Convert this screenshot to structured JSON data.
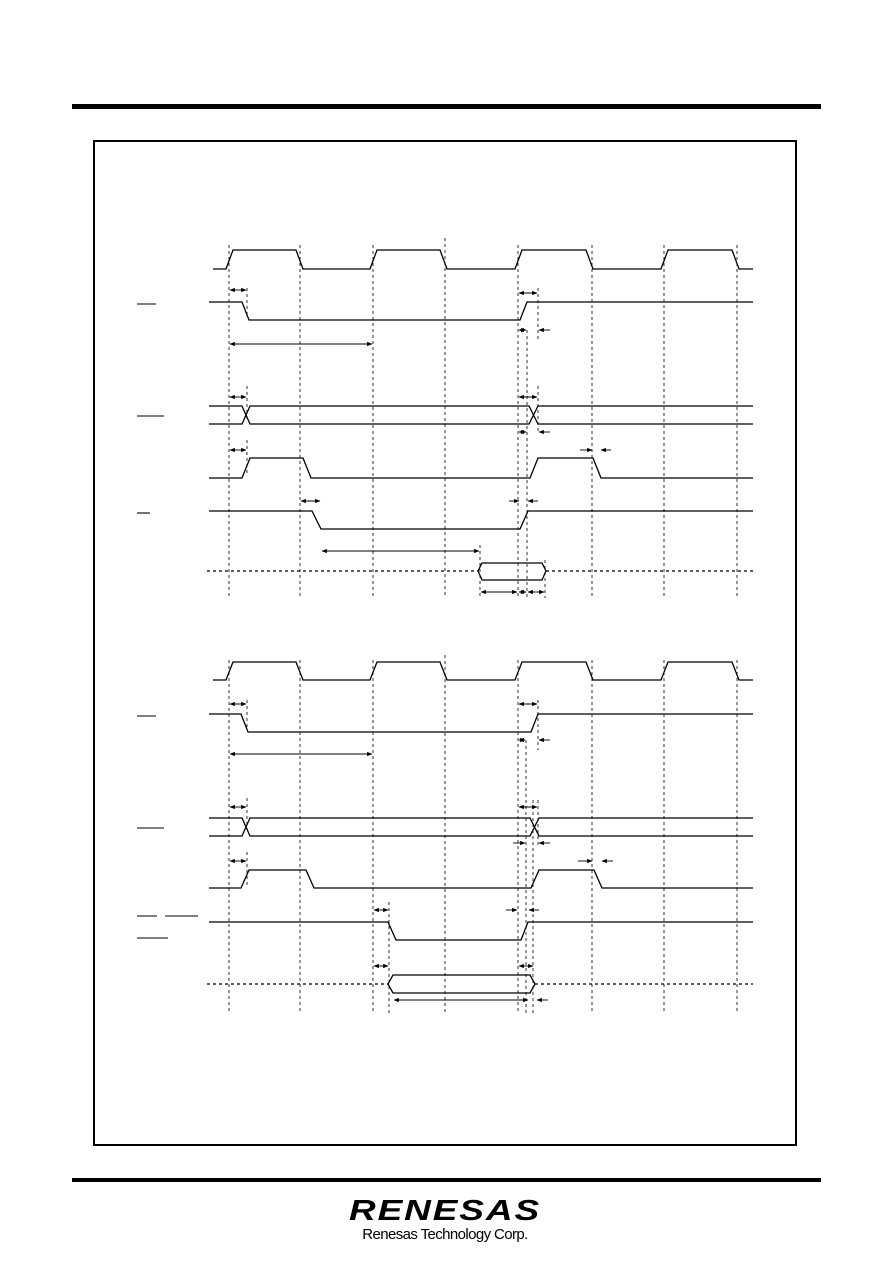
{
  "brand": {
    "wordmark": "RENESAS",
    "subtitle": "Renesas Technology Corp."
  },
  "diagram": {
    "type": "timing-diagram",
    "panels": 2,
    "note": "",
    "colors": {
      "ink": "#000000"
    }
  }
}
